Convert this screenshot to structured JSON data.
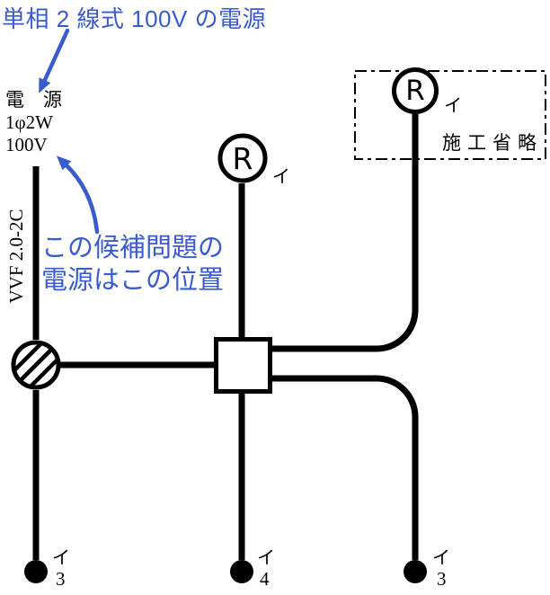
{
  "colors": {
    "annotation_blue": "#3a5bd0",
    "line_black": "#000000"
  },
  "annotations": {
    "title": "単相 2 線式 100V の電源",
    "note_line1": "この候補問題の",
    "note_line2": "電源はこの位置"
  },
  "power_source": {
    "name_label": "電　源",
    "phase_label": "1φ2W",
    "voltage_label": "100V",
    "cable_label": "VVF 2.0-2C"
  },
  "omission": {
    "label": "施工省略"
  },
  "receptacles": {
    "middle": {
      "symbol": "R",
      "circuit": "イ"
    },
    "top_right": {
      "symbol": "R",
      "circuit": "イ"
    }
  },
  "lamps": {
    "left": {
      "circuit": "イ",
      "count": "3"
    },
    "middle": {
      "circuit": "イ",
      "count": "4"
    },
    "right": {
      "circuit": "イ",
      "count": "3"
    }
  }
}
